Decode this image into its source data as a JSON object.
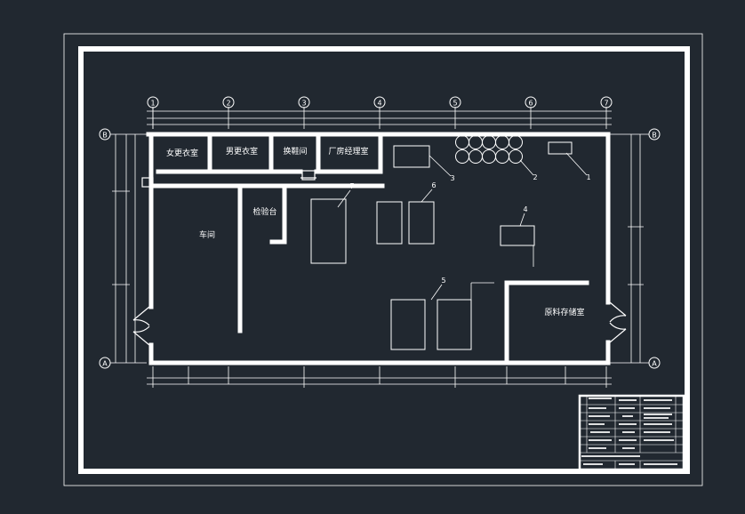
{
  "axes_top": [
    "1",
    "2",
    "3",
    "4",
    "5",
    "6",
    "7"
  ],
  "axes_side_top": "B",
  "axes_side_bottom": "A",
  "rooms": {
    "female_locker": "女更衣室",
    "male_locker": "男更衣室",
    "disinfect": "换鞋间",
    "office": "厂房经理室",
    "production": "车间",
    "inspection": "检验台",
    "storage": "原料存储室"
  },
  "equipment_numbers": [
    "1",
    "2",
    "3",
    "4",
    "5",
    "6",
    "7"
  ],
  "colors": {
    "background": "#212830",
    "linework": "#ffffff"
  }
}
